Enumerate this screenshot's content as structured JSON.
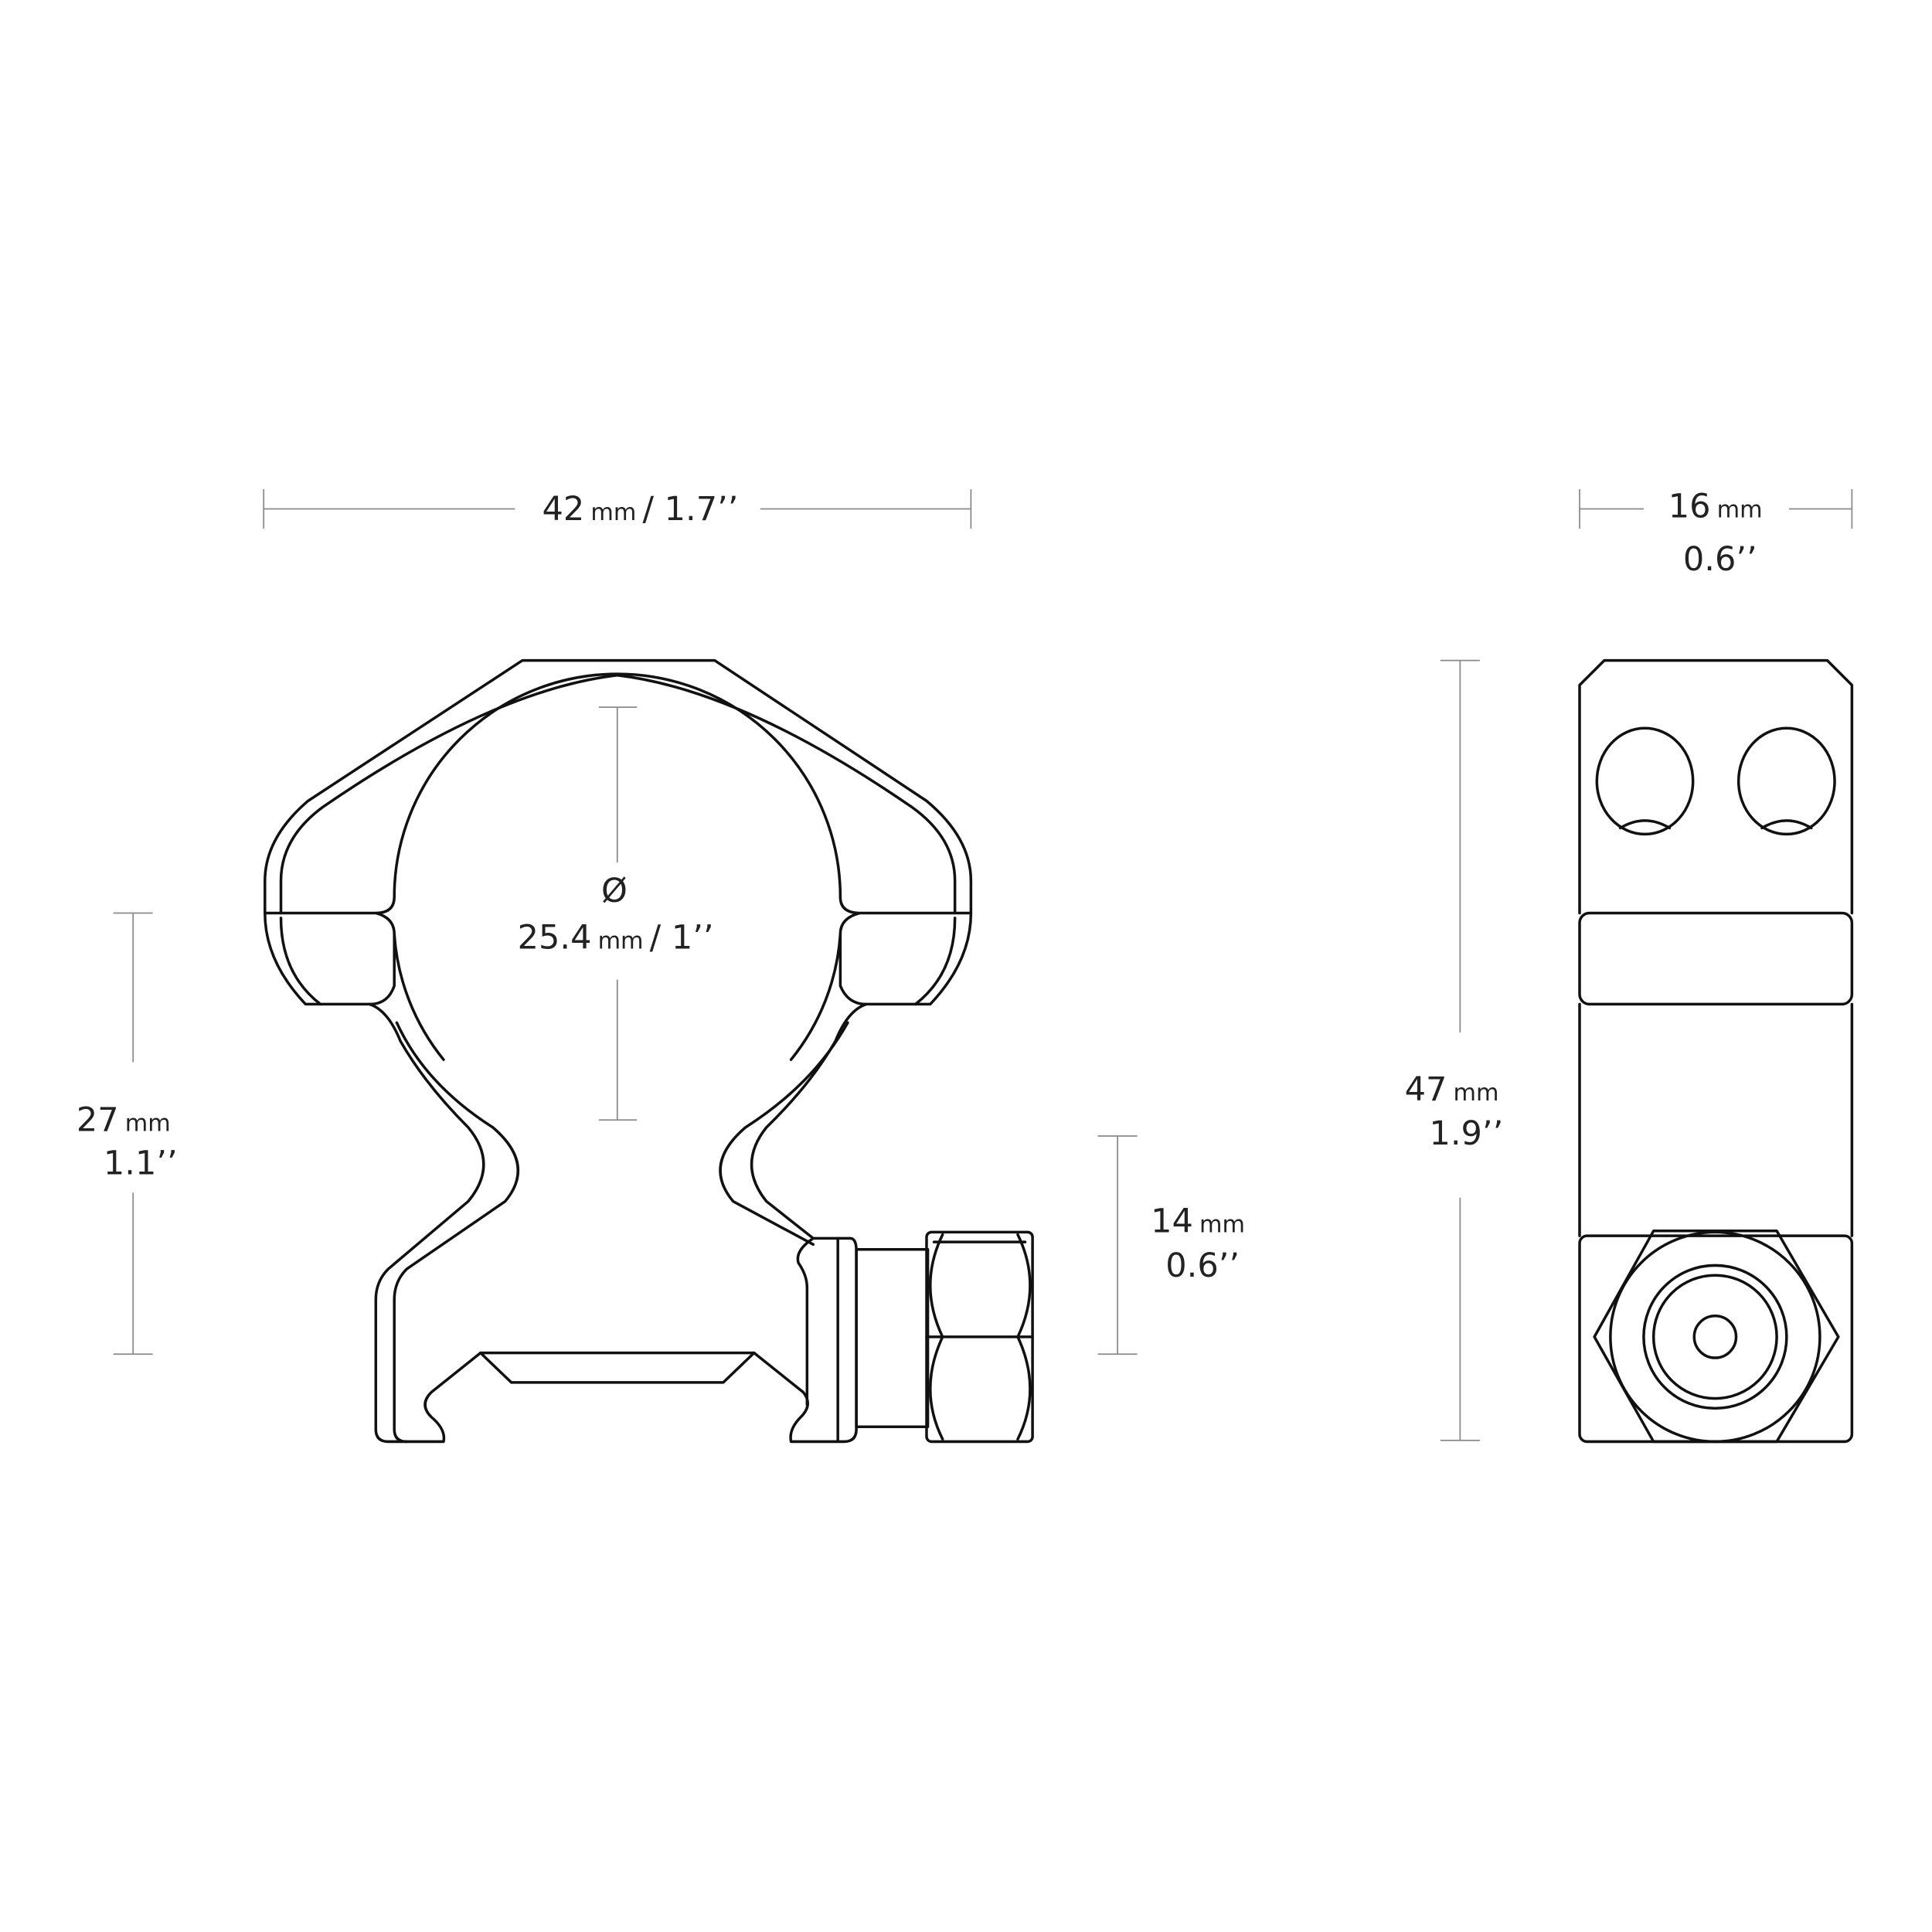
{
  "colors": {
    "outline": "#111111",
    "dimension_line": "#8a8a8a",
    "background": "#ffffff"
  },
  "dimensions": {
    "width_front": {
      "value": "42",
      "unit": "mm",
      "imperial": "/ 1.7’’"
    },
    "width_side": {
      "value": "16",
      "unit": "mm",
      "imperial": "0.6’’"
    },
    "tube_diameter": {
      "symbol": "Ø",
      "value": "25.4",
      "unit": "mm",
      "imperial": "/ 1’’"
    },
    "center_height": {
      "value": "27",
      "unit": "mm",
      "imperial": "1.1’’"
    },
    "clamp_height": {
      "value": "14",
      "unit": "mm",
      "imperial": "0.6’’"
    },
    "total_height": {
      "value": "47",
      "unit": "mm",
      "imperial": "1.9’’"
    }
  }
}
